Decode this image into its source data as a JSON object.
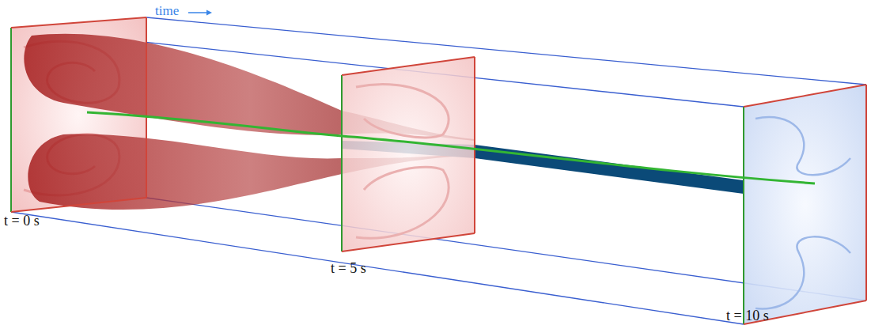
{
  "diagram": {
    "labels": [
      "time",
      "t = 0 s",
      "t = 5 s",
      "t = 10 s"
    ]
  }
}
